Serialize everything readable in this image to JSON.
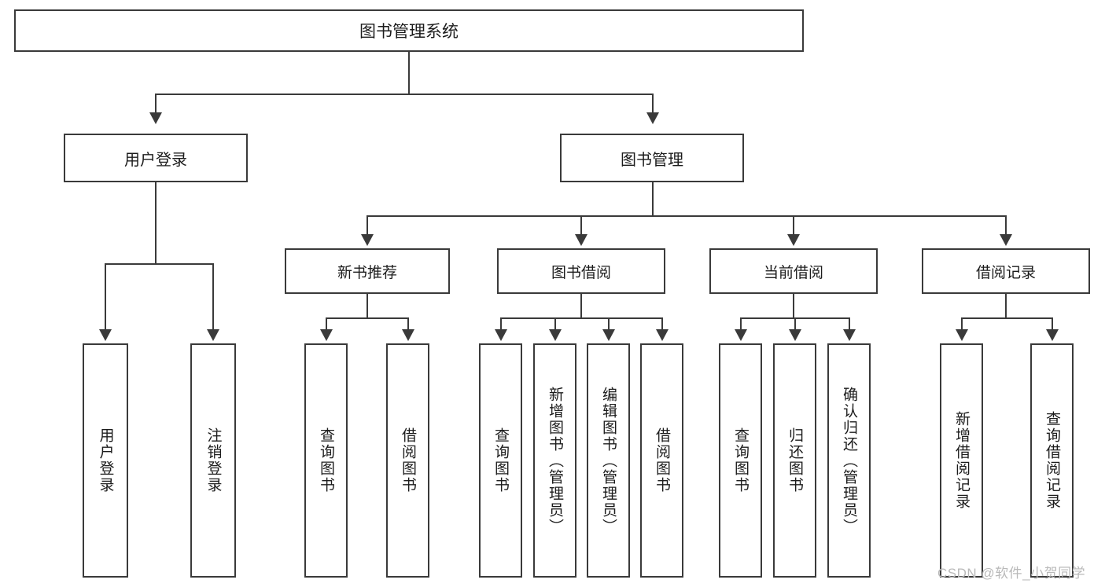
{
  "diagram": {
    "type": "tree-hierarchy",
    "title": "图书管理系统",
    "root": {
      "id": "root",
      "label": "图书管理系统"
    },
    "level1": [
      {
        "id": "user-login",
        "label": "用户登录"
      },
      {
        "id": "book-management",
        "label": "图书管理"
      }
    ],
    "level2": [
      {
        "id": "new-book-recommend",
        "label": "新书推荐"
      },
      {
        "id": "book-borrow",
        "label": "图书借阅"
      },
      {
        "id": "current-borrow",
        "label": "当前借阅"
      },
      {
        "id": "borrow-record",
        "label": "借阅记录"
      }
    ],
    "leaves": {
      "user_login": [
        {
          "id": "leaf-user-login",
          "label": "用户登录"
        },
        {
          "id": "leaf-logout",
          "label": "注销登录"
        }
      ],
      "new_book_recommend": [
        {
          "id": "leaf-query-book-1",
          "label": "查询图书"
        },
        {
          "id": "leaf-borrow-book-1",
          "label": "借阅图书"
        }
      ],
      "book_borrow": [
        {
          "id": "leaf-query-book-2",
          "label": "查询图书"
        },
        {
          "id": "leaf-add-book",
          "label": "新增图书（管理员）"
        },
        {
          "id": "leaf-edit-book",
          "label": "编辑图书（管理员）"
        },
        {
          "id": "leaf-borrow-book-2",
          "label": "借阅图书"
        }
      ],
      "current_borrow": [
        {
          "id": "leaf-query-book-3",
          "label": "查询图书"
        },
        {
          "id": "leaf-return-book",
          "label": "归还图书"
        },
        {
          "id": "leaf-confirm-return",
          "label": "确认归还（管理员）"
        }
      ],
      "borrow_record": [
        {
          "id": "leaf-add-record",
          "label": "新增借阅记录"
        },
        {
          "id": "leaf-query-record",
          "label": "查询借阅记录"
        }
      ]
    }
  },
  "watermark": {
    "text": "CSDN @软件_小贺同学"
  },
  "colors": {
    "stroke": "#3a3a3a",
    "text": "#1c1c1c",
    "background": "#ffffff",
    "watermark": "#b9b9b9"
  }
}
